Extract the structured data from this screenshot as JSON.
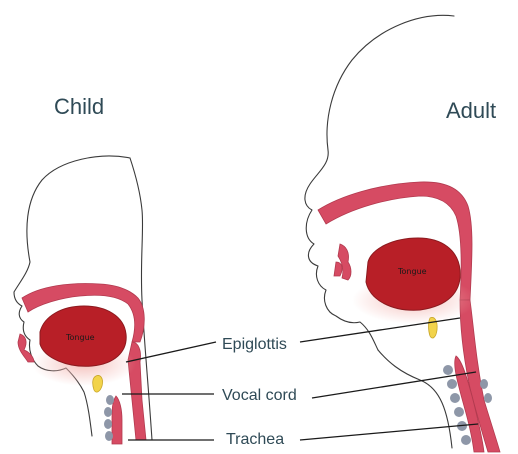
{
  "titles": {
    "child": "Child",
    "adult": "Adult"
  },
  "labels": {
    "epiglottis": "Epiglottis",
    "vocal_cord": "Vocal cord",
    "trachea": "Trachea"
  },
  "tongue": {
    "child": "Tongue",
    "adult": "Tongue"
  },
  "colors": {
    "tissue": "#d64b63",
    "tissue_dark": "#b23a4f",
    "tongue": "#b81f27",
    "tongue_edge": "#8c1a1f",
    "tongue_glow": "#f3b9b4",
    "epiglottis": "#f2d34a",
    "cartilage": "#8e97a8",
    "outline": "#3b3b3b",
    "text": "#2f4a56"
  }
}
